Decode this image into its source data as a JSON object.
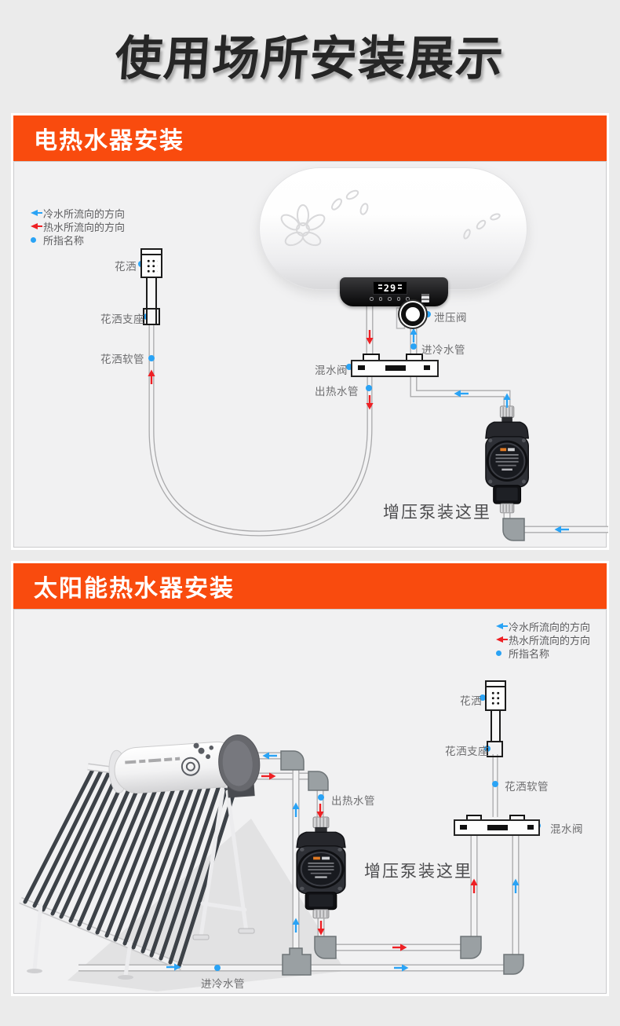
{
  "title": "使用场所安装展示",
  "colors": {
    "accent_orange": "#f94b0e",
    "cold_blue": "#2aa3f5",
    "hot_red": "#ee2024"
  },
  "legend": {
    "cold_flow": "冷水所流向的方向",
    "hot_flow": "热水所流向的方向",
    "indicated_name": "所指名称"
  },
  "panel_electric": {
    "header": "电热水器安装",
    "display_temp": "29",
    "labels": {
      "shower": "花洒",
      "shower_bracket": "花洒支座",
      "shower_hose": "花洒软管",
      "relief_valve": "泄压阀",
      "cold_inlet_pipe": "进冷水管",
      "mixing_valve": "混水阀",
      "hot_outlet_pipe": "出热水管",
      "pump_here": "增压泵装这里"
    }
  },
  "panel_solar": {
    "header": "太阳能热水器安装",
    "labels": {
      "hot_outlet_pipe": "出热水管",
      "pump_here": "增压泵装这里",
      "shower": "花洒",
      "shower_bracket": "花洒支座",
      "shower_hose": "花洒软管",
      "mixing_valve": "混水阀",
      "cold_inlet_pipe": "进冷水管"
    }
  }
}
